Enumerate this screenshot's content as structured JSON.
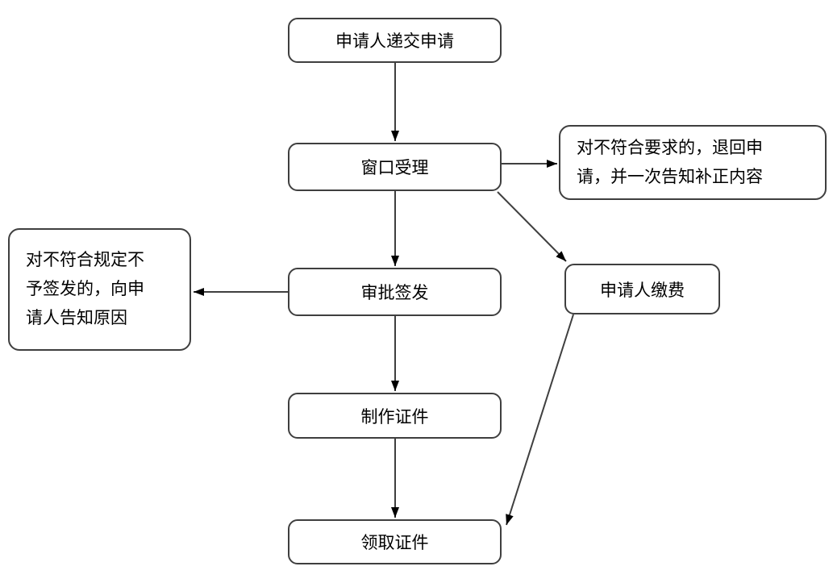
{
  "diagram": {
    "type": "flowchart",
    "background_color": "#ffffff",
    "node_border_color": "#3f3f3f",
    "arrow_color": "#3f3f3f",
    "text_color": "#000000",
    "nodes": {
      "submit": {
        "label": "申请人递交申请"
      },
      "accept": {
        "label": "窗口受理"
      },
      "reject_return": {
        "label": "对不符合要求的，退回申\n请，并一次告知补正内容"
      },
      "approve": {
        "label": "审批签发"
      },
      "deny_notice": {
        "label": "对不符合规定不\n予签发的，向申\n请人告知原因"
      },
      "pay": {
        "label": "申请人缴费"
      },
      "produce": {
        "label": "制作证件"
      },
      "collect": {
        "label": "领取证件"
      }
    },
    "edges": [
      {
        "from": "submit",
        "to": "accept"
      },
      {
        "from": "accept",
        "to": "reject_return"
      },
      {
        "from": "accept",
        "to": "approve"
      },
      {
        "from": "accept",
        "to": "pay"
      },
      {
        "from": "approve",
        "to": "deny_notice"
      },
      {
        "from": "approve",
        "to": "produce"
      },
      {
        "from": "produce",
        "to": "collect"
      },
      {
        "from": "pay",
        "to": "collect"
      }
    ]
  }
}
